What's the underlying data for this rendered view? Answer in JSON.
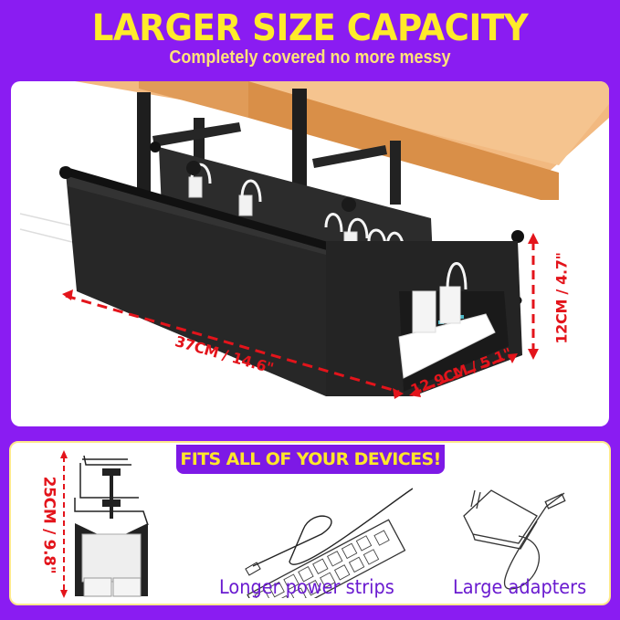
{
  "header": {
    "title": "LARGER SIZE CAPACITY",
    "subtitle": "Completely covered no more messy"
  },
  "colors": {
    "background": "#8a1cf2",
    "title": "#ffeb2a",
    "subtitle": "#ffe27a",
    "dimension_red": "#e3141b",
    "caption_purple": "#6a1bd0",
    "desk_wood": "#e3a25f",
    "tray_black": "#2a2a2a"
  },
  "main_image": {
    "description": "Black fabric under-desk cable management tray mounted under a wooden desk, holding a white power strip with plugged-in chargers",
    "dimensions": {
      "length": "37CM / 14.6\"",
      "width": "12.9CM / 5.1\"",
      "height": "12CM / 4.7\""
    }
  },
  "bottom_panel": {
    "badge": "FITS ALL OF YOUR DEVICES!",
    "side_view_height": "25CM / 9.8\"",
    "items": [
      {
        "icon": "power-strip-icon",
        "label": "Longer power strips"
      },
      {
        "icon": "adapter-icon",
        "label": "Large adapters"
      }
    ]
  }
}
